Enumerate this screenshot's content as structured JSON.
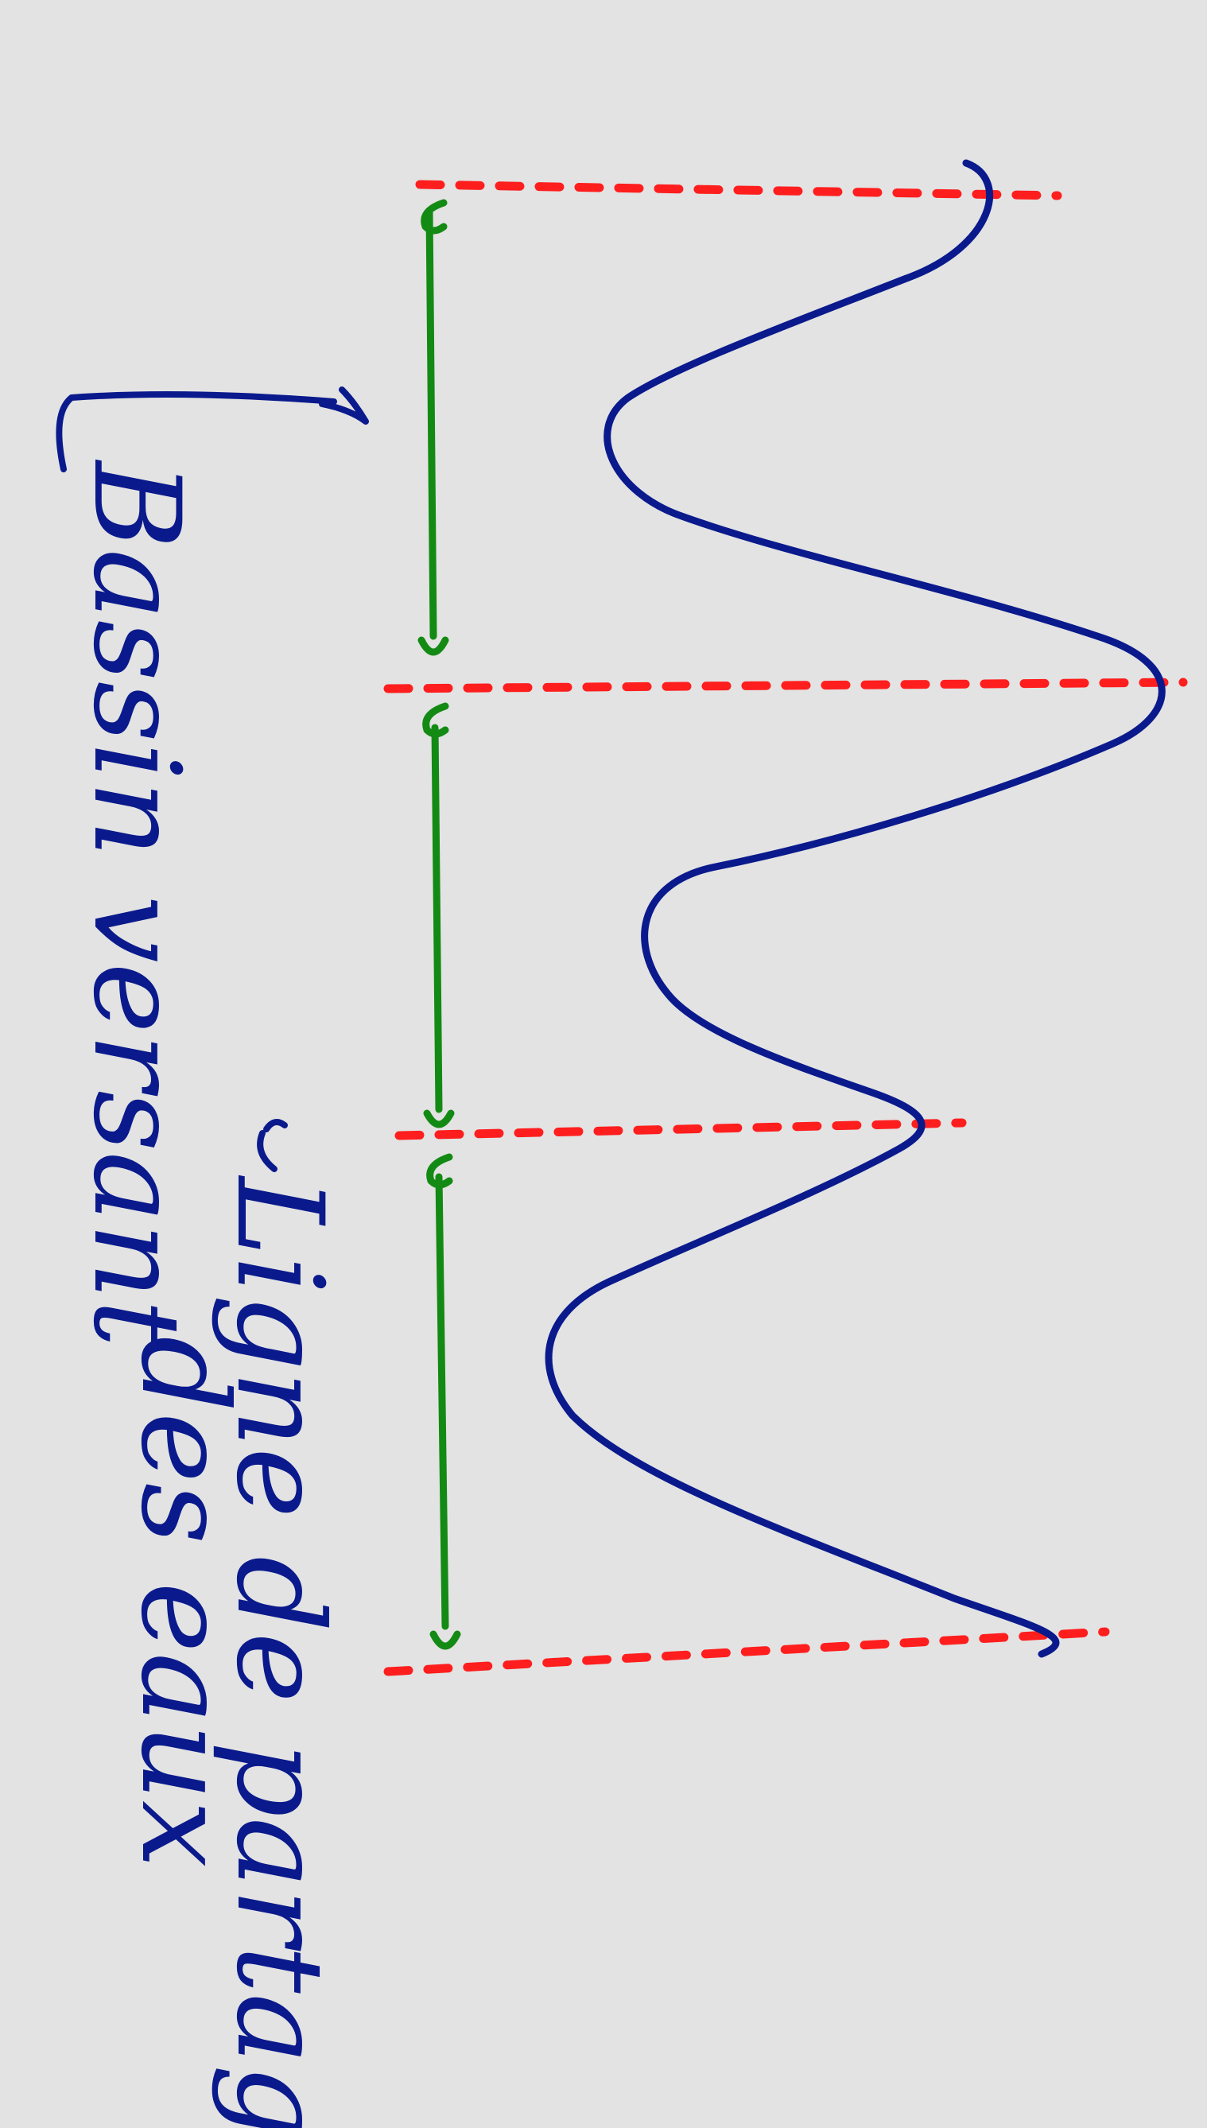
{
  "labels": {
    "basin": "Bassin versant",
    "divide_line1": "Ligne de partage",
    "divide_line2": "des eaux"
  },
  "colors": {
    "background": "#e3e3e3",
    "divide_dashes": "#ff1e1e",
    "relief_curve": "#0a1a8c",
    "basin_arrows": "#138a13",
    "text": "#0a1a8c"
  }
}
